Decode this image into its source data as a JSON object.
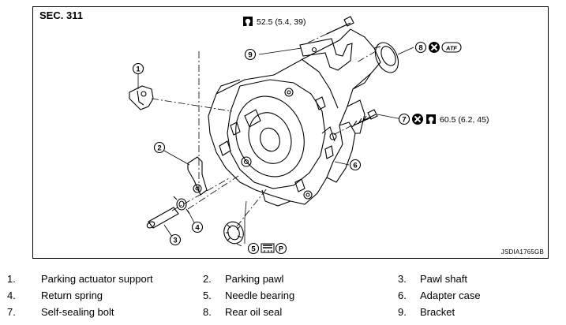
{
  "diagram": {
    "section": "SEC. 311",
    "figure_id": "JSDIA1765GB",
    "callouts": {
      "c1": "1",
      "c2": "2",
      "c3": "3",
      "c4": "4",
      "c5": "5",
      "c6": "6",
      "c7": "7",
      "c8": "8",
      "c9": "9"
    },
    "torque_top": "52.5 (5.4, 39)",
    "torque_right": "60.5 (6.2, 45)",
    "atf_label": "ATF",
    "grease_label": "P"
  },
  "legend": {
    "items": [
      {
        "num": "1.",
        "label": "Parking actuator support"
      },
      {
        "num": "2.",
        "label": "Parking pawl"
      },
      {
        "num": "3.",
        "label": "Pawl shaft"
      },
      {
        "num": "4.",
        "label": "Return spring"
      },
      {
        "num": "5.",
        "label": "Needle bearing"
      },
      {
        "num": "6.",
        "label": "Adapter case"
      },
      {
        "num": "7.",
        "label": "Self-sealing bolt"
      },
      {
        "num": "8.",
        "label": "Rear oil seal"
      },
      {
        "num": "9.",
        "label": "Bracket"
      }
    ]
  },
  "colors": {
    "ink": "#000000",
    "paper": "#ffffff"
  },
  "icons": [
    "torque-wrench-icon",
    "do-not-reuse-icon",
    "atf-icon",
    "grease-icon"
  ]
}
